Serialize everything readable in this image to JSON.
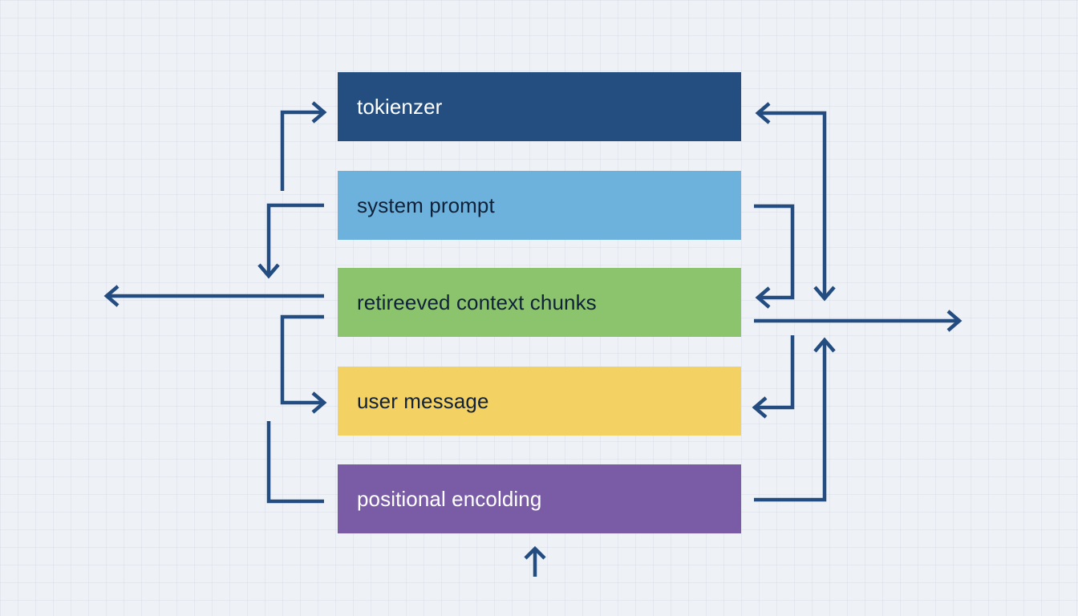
{
  "colors": {
    "background": "#eef1f5",
    "arrow": "#234c80"
  },
  "layers": [
    {
      "label": "tokienzer",
      "fill": "#244e80",
      "text_color": "#ffffff"
    },
    {
      "label": "system prompt",
      "fill": "#6cb2dc",
      "text_color": "#10213a"
    },
    {
      "label": "retireeved context chunks",
      "fill": "#8bc46c",
      "text_color": "#10213a"
    },
    {
      "label": "user message",
      "fill": "#f3d163",
      "text_color": "#10213a"
    },
    {
      "label": "positional encolding",
      "fill": "#7a5ca6",
      "text_color": "#ffffff"
    }
  ]
}
